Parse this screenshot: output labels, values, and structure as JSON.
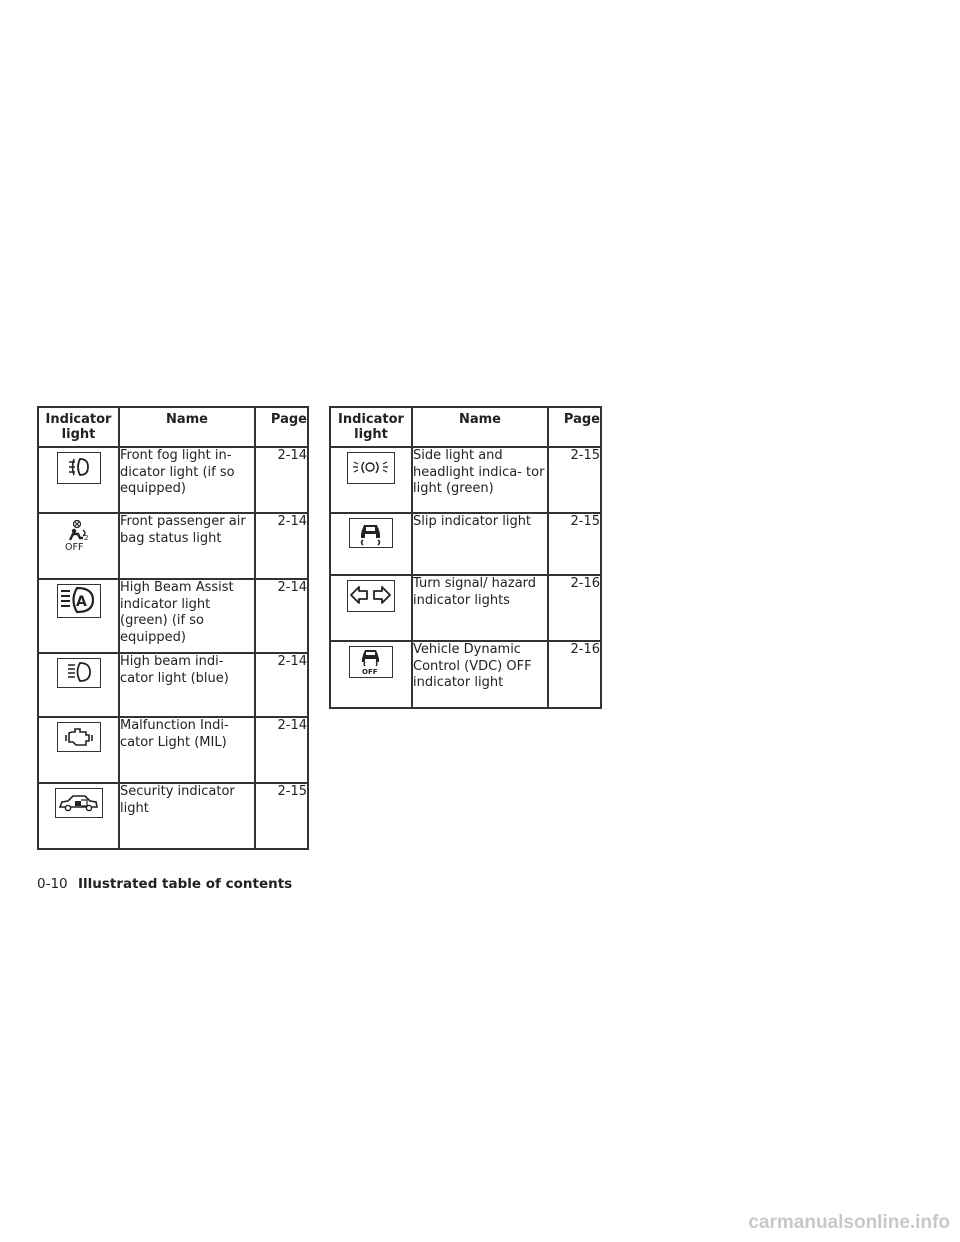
{
  "headers": {
    "indicator": "Indicator light",
    "name": "Name",
    "page": "Page"
  },
  "left_table": [
    {
      "icon": "front-fog-light-icon",
      "name": "Front fog light in- dicator light (if so equipped)",
      "page": "2-14"
    },
    {
      "icon": "passenger-airbag-off-icon",
      "name": "Front passenger air bag status light",
      "page": "2-14"
    },
    {
      "icon": "high-beam-assist-icon",
      "name": "High Beam Assist indicator light (green) (if so equipped)",
      "page": "2-14"
    },
    {
      "icon": "high-beam-icon",
      "name": "High beam indi- cator light (blue)",
      "page": "2-14"
    },
    {
      "icon": "engine-malfunction-icon",
      "name": "Malfunction Indi- cator Light (MIL)",
      "page": "2-14"
    },
    {
      "icon": "security-car-icon",
      "name": "Security indicator light",
      "page": "2-15"
    }
  ],
  "right_table": [
    {
      "icon": "side-headlight-icon",
      "name": "Side light and headlight indica- tor light (green)",
      "page": "2-15"
    },
    {
      "icon": "slip-indicator-icon",
      "name": "Slip indicator light",
      "page": "2-15"
    },
    {
      "icon": "turn-signal-icon",
      "name": "Turn signal/ hazard indicator lights",
      "page": "2-16"
    },
    {
      "icon": "vdc-off-icon",
      "name": "Vehicle Dynamic Control (VDC) OFF indicator light",
      "page": "2-16"
    }
  ],
  "icon_labels": {
    "airbag_off": "OFF",
    "vdc_off": "OFF"
  },
  "footer": {
    "page_number": "0-10",
    "section_title": "Illustrated table of contents"
  },
  "watermark": "carmanualsonline.info"
}
